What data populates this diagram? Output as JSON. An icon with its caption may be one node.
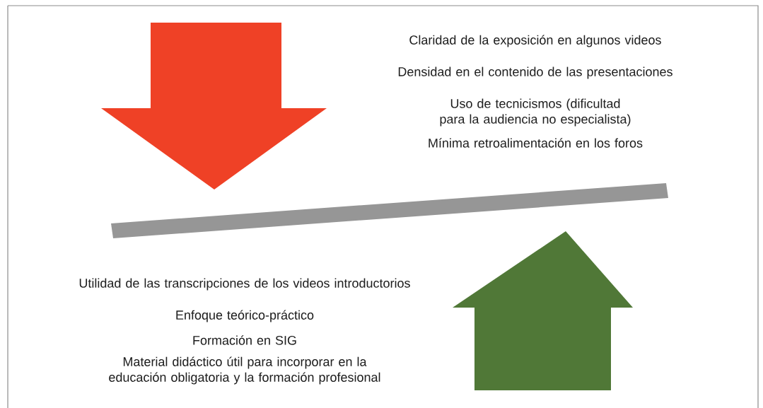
{
  "diagram": {
    "labels": [
      "Claridad de la exposición en algunos videos",
      "Densidad en el contenido de las presentaciones",
      "Uso de tecnicismos (dificultad para la audiencia no especialista)",
      "Mínima retroalimentación en los foros",
      "Utilidad de las transcripciones de los videos introductorios",
      "Enfoque teórico-práctico",
      "Formación en SIG",
      "Material didáctico útil para incorporar en la educación obligatoria y la formación profesional"
    ]
  }
}
